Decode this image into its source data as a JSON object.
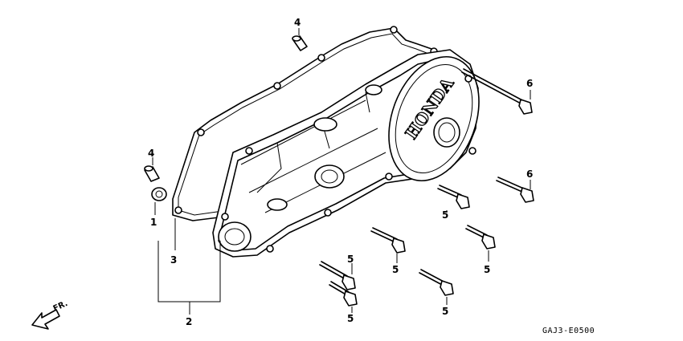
{
  "diagram_code": "GAJ3-E0500",
  "direction_label": "FR.",
  "cover_brand": "HONDA",
  "callouts": [
    {
      "id": "c1",
      "label": "1"
    },
    {
      "id": "c2",
      "label": "2"
    },
    {
      "id": "c3",
      "label": "3"
    },
    {
      "id": "c4a",
      "label": "4"
    },
    {
      "id": "c4b",
      "label": "4"
    },
    {
      "id": "c5a",
      "label": "5"
    },
    {
      "id": "c5b",
      "label": "5"
    },
    {
      "id": "c5c",
      "label": "5"
    },
    {
      "id": "c5d",
      "label": "5"
    },
    {
      "id": "c5e",
      "label": "5"
    },
    {
      "id": "c5f",
      "label": "5"
    },
    {
      "id": "c6a",
      "label": "6"
    },
    {
      "id": "c6b",
      "label": "6"
    }
  ]
}
